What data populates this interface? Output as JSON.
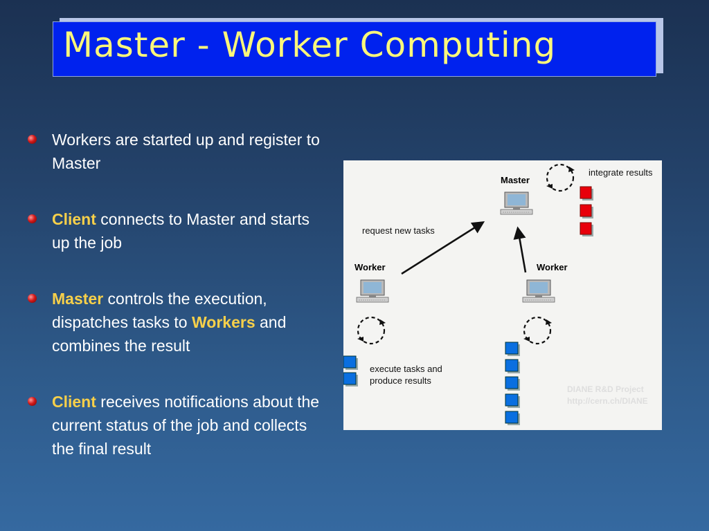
{
  "slide": {
    "title": "Master - Worker Computing",
    "bullets": [
      {
        "parts": [
          {
            "text": "Workers are started up and register to Master",
            "emphasis": false
          }
        ]
      },
      {
        "parts": [
          {
            "text": "Client",
            "emphasis": true
          },
          {
            "text": " connects to Master and starts up the job",
            "emphasis": false
          }
        ]
      },
      {
        "parts": [
          {
            "text": "Master",
            "emphasis": true
          },
          {
            "text": " controls the execution, dispatches tasks to ",
            "emphasis": false
          },
          {
            "text": "Workers",
            "emphasis": true
          },
          {
            "text": " and combines the result",
            "emphasis": false
          }
        ]
      },
      {
        "parts": [
          {
            "text": "Client",
            "emphasis": true
          },
          {
            "text": " receives notifications about the current status of the job and collects the final result",
            "emphasis": false
          }
        ]
      }
    ]
  },
  "diagram": {
    "nodes": {
      "master": {
        "label": "Master",
        "icon": "computer-icon"
      },
      "worker_left": {
        "label": "Worker",
        "icon": "computer-icon"
      },
      "worker_right": {
        "label": "Worker",
        "icon": "computer-icon"
      }
    },
    "annotations": {
      "integrate": "integrate results",
      "request": "request new tasks",
      "execute_line1": "execute tasks and",
      "execute_line2": "produce results"
    },
    "watermark": {
      "line1": "DIANE R&D Project",
      "line2": "http://cern.ch/DIANE"
    },
    "colors": {
      "result_square": "#e8000b",
      "task_square": "#0a6fe0",
      "bullet": "#cc1111",
      "keyword": "#f7d04a",
      "title_bg": "#0022ee",
      "title_text": "#fbf77a"
    }
  }
}
